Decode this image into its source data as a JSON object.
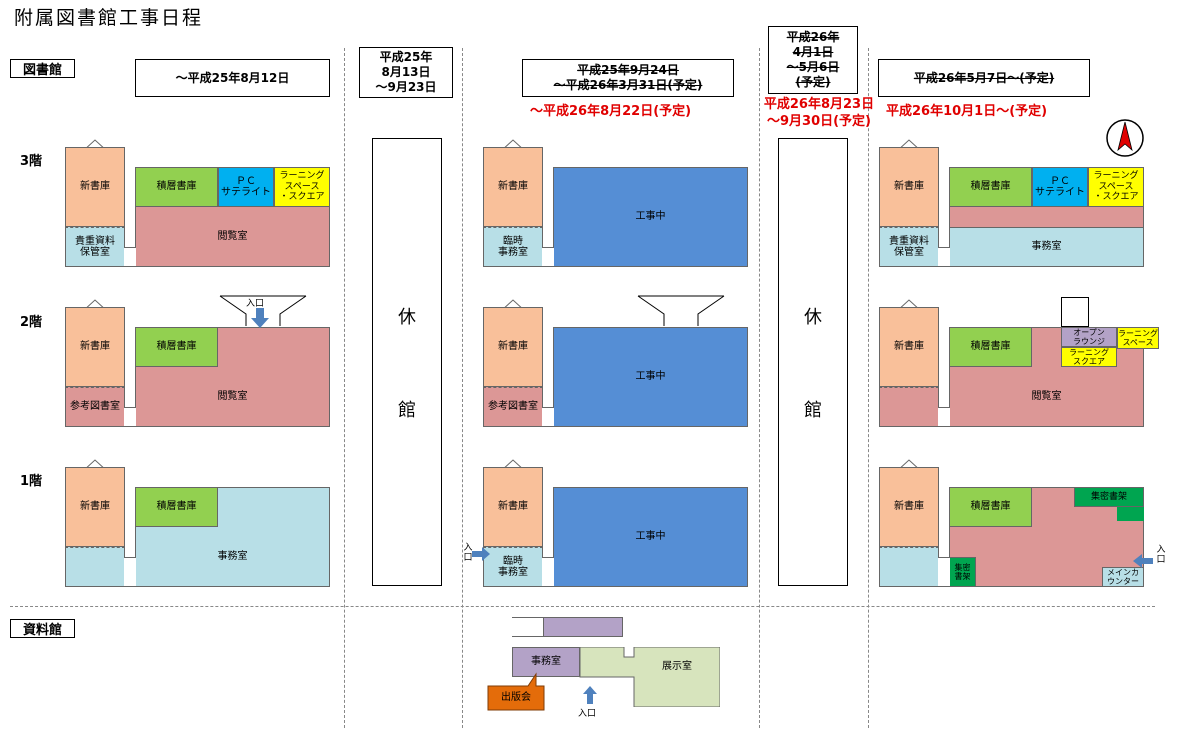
{
  "title": "附属図書館工事日程",
  "sections": {
    "library": "図書館",
    "archive": "資料館"
  },
  "floors": [
    "3階",
    "2階",
    "1階"
  ],
  "periods": [
    {
      "label": "～平成25年8月12日"
    },
    {
      "label": "平成25年\n8月13日\n～9月23日"
    },
    {
      "label": "平成25年9月24日\n～平成26年3月31日(予定)",
      "red": "～平成26年8月22日(予定)"
    },
    {
      "label": "平成26年\n4月1日\n～5月6日\n(予定)",
      "red": "平成26年8月23日\n～9月30日(予定)"
    },
    {
      "label": "平成26年5月7日～(予定)",
      "red": "平成26年10月1日～(予定)"
    }
  ],
  "closed": {
    "char1": "休",
    "char2": "館"
  },
  "rooms": {
    "new_stack": "新書庫",
    "stacks": "積層書庫",
    "pc": "ＰＣ\nサテライト",
    "learning_space_square": "ラーニング\nスペース\n・スクエア",
    "reading": "閲覧室",
    "rare": "貴重資料\n保管室",
    "reference": "参考図書室",
    "office": "事務室",
    "construction": "工事中",
    "temp_office": "臨時\n事務室",
    "open_lounge": "オープン\nラウンジ",
    "learning_space": "ラーニング\nスペース",
    "learning_square": "ラーニング\nスクエア",
    "group_shelves": "集密書架",
    "group_shelves_short": "集密\n書架",
    "main_counter": "メインカ\nウンター",
    "exhibition": "展示室",
    "publishing": "出版会",
    "entrance": "入口",
    "entrance_short": "入\n口"
  },
  "colors": {
    "orange": "#f9c09a",
    "pink": "#dc9796",
    "lightblue": "#b8dfe7",
    "green": "#92d050",
    "cyan": "#00b0f0",
    "yellow": "#ffff00",
    "blue": "#558ed5",
    "lavender": "#b3a2c7",
    "lightgreen": "#d7e4bd",
    "darkgreen": "#00a550",
    "calloutorange": "#e46c0a",
    "red": "#e00000",
    "arrow": "#4f81bd"
  },
  "icons": [
    "north-arrow-icon",
    "entrance-arrow-icon"
  ]
}
